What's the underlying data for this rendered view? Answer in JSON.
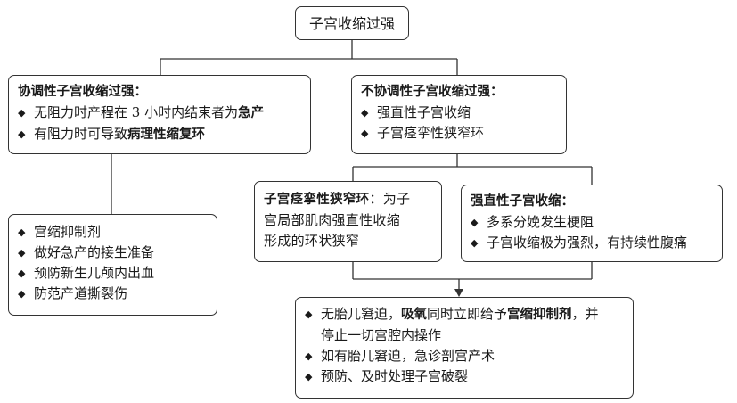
{
  "root": {
    "title": "子宫收缩过强"
  },
  "coordinated": {
    "heading": "协调性子宫收缩过强：",
    "items": [
      {
        "text_plain": "无阻力时产程在 3 小时内结束者为",
        "text_bold": "急产"
      },
      {
        "text_plain": "有阻力时可导致",
        "text_bold": "病理性缩复环"
      }
    ]
  },
  "uncoordinated": {
    "heading": "不协调性子宫收缩过强：",
    "items": [
      "强直性子宫收缩",
      "子宫痉挛性狭窄环"
    ]
  },
  "spastic_ring": {
    "heading": "子宫痉挛性狭窄环",
    "line1_rest": "：为子",
    "line2": "宫局部肌肉强直性收缩",
    "line3": "形成的环状狭窄"
  },
  "tetanic": {
    "heading": "强直性子宫收缩：",
    "items": [
      "多系分娩发生梗阻",
      "子宫收缩极为强烈，有持续性腹痛"
    ]
  },
  "management_left": {
    "items": [
      "宫缩抑制剂",
      "做好急产的接生准备",
      "预防新生儿颅内出血",
      "防范产道撕裂伤"
    ]
  },
  "management_bottom": {
    "item1": {
      "p1": "无胎儿窘迫，",
      "b1": "吸氧",
      "p2": "同时立即给予",
      "b2": "宫缩抑制剂",
      "p3": "，并",
      "line2": "停止一切宫腔内操作"
    },
    "items": [
      "如有胎儿窘迫，急诊剖宫产术",
      "预防、及时处理子宫破裂"
    ]
  },
  "bullet_symbol": "◆"
}
